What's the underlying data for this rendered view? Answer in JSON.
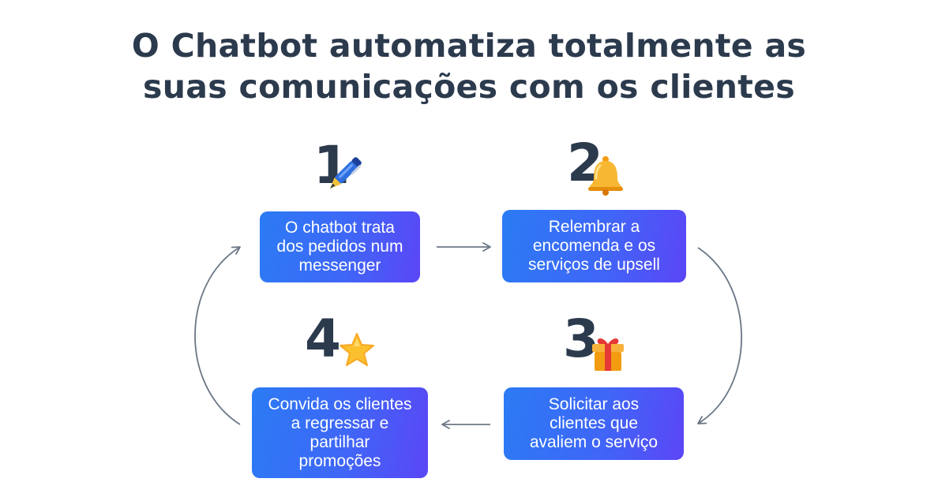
{
  "title": {
    "line1": "O Chatbot automatiza totalmente as",
    "line2": "suas comunicações com os clientes"
  },
  "steps": [
    {
      "number": "1",
      "icon": "pen-icon",
      "lines": [
        "O chatbot trata",
        "dos pedidos num",
        "messenger"
      ]
    },
    {
      "number": "2",
      "icon": "bell-icon",
      "lines": [
        "Relembrar a",
        "encomenda e os",
        "serviços de upsell"
      ]
    },
    {
      "number": "3",
      "icon": "gift-icon",
      "lines": [
        "Solicitar aos",
        "clientes que",
        "avaliem o serviço"
      ]
    },
    {
      "number": "4",
      "icon": "star-icon",
      "lines": [
        "Convida os clientes",
        "a regressar e",
        "partilhar",
        "promoções"
      ]
    }
  ],
  "colors": {
    "title": "#2c3a4d",
    "card_start": "#2b7bf4",
    "card_end": "#5b46f6",
    "arrow": "#6b7785"
  }
}
